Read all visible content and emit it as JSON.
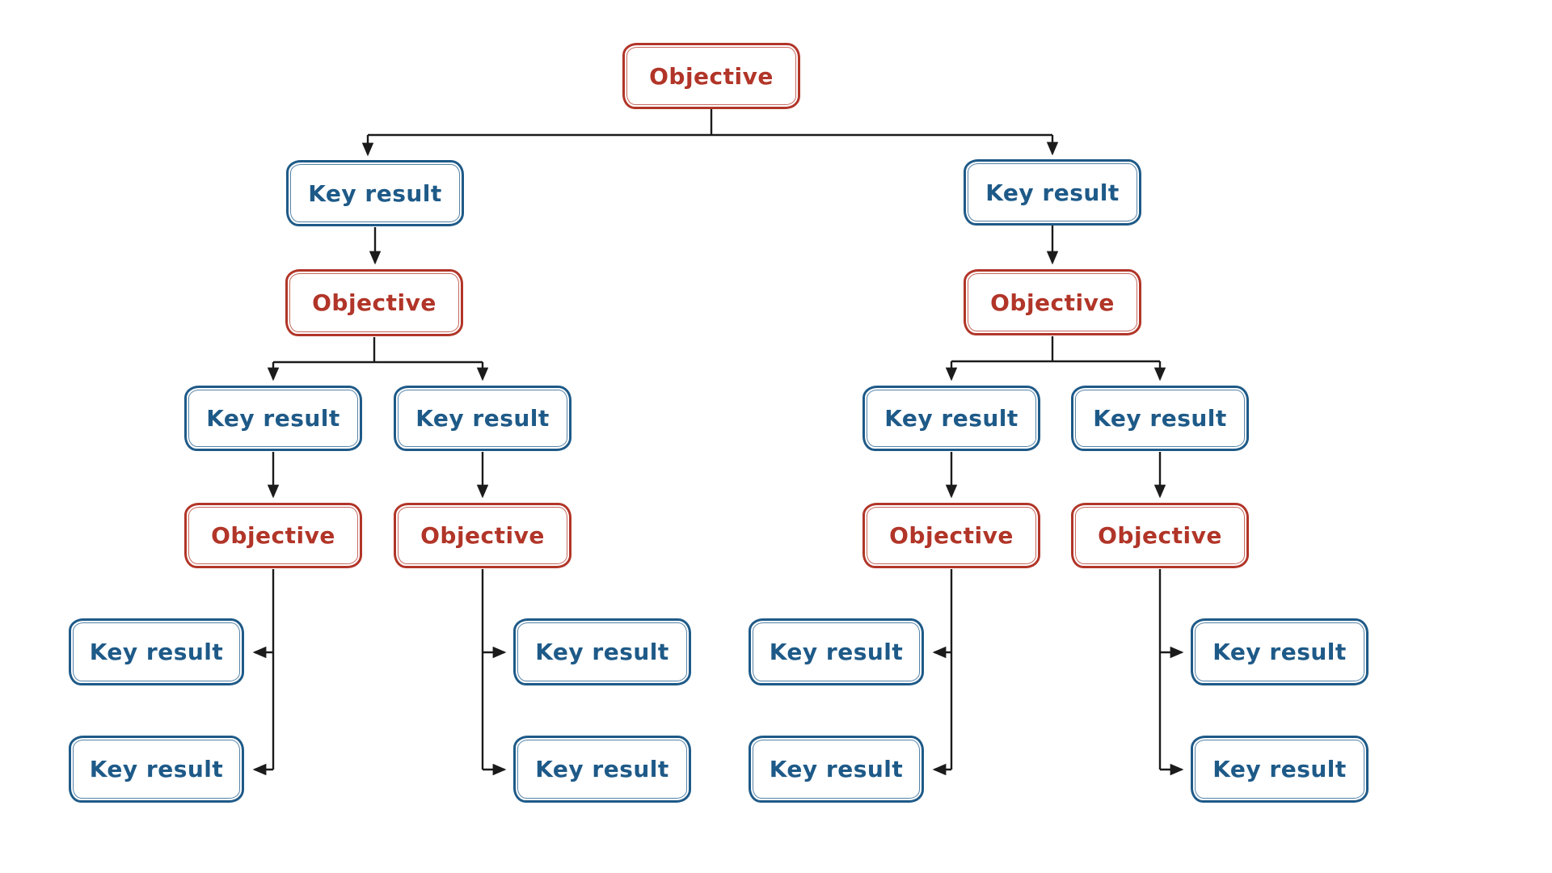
{
  "diagram": {
    "type": "okr-tree",
    "background": "#ffffff",
    "colors": {
      "objective": "#b13528",
      "key_result": "#1e5a88",
      "connector": "#1b1b1b"
    },
    "labels": {
      "objective": "Objective",
      "key_result": "Key result"
    },
    "nodes": [
      {
        "id": "objective-1",
        "type": "objective",
        "label": "Objective"
      },
      {
        "id": "key-result-1",
        "type": "key-result",
        "label": "Key result"
      },
      {
        "id": "key-result-2",
        "type": "key-result",
        "label": "Key result"
      },
      {
        "id": "objective-2",
        "type": "objective",
        "label": "Objective"
      },
      {
        "id": "objective-3",
        "type": "objective",
        "label": "Objective"
      },
      {
        "id": "key-result-3",
        "type": "key-result",
        "label": "Key result"
      },
      {
        "id": "key-result-4",
        "type": "key-result",
        "label": "Key result"
      },
      {
        "id": "key-result-5",
        "type": "key-result",
        "label": "Key result"
      },
      {
        "id": "key-result-6",
        "type": "key-result",
        "label": "Key result"
      },
      {
        "id": "objective-4",
        "type": "objective",
        "label": "Objective"
      },
      {
        "id": "objective-5",
        "type": "objective",
        "label": "Objective"
      },
      {
        "id": "objective-6",
        "type": "objective",
        "label": "Objective"
      },
      {
        "id": "objective-7",
        "type": "objective",
        "label": "Objective"
      },
      {
        "id": "key-result-7",
        "type": "key-result",
        "label": "Key result"
      },
      {
        "id": "key-result-8",
        "type": "key-result",
        "label": "Key result"
      },
      {
        "id": "key-result-9",
        "type": "key-result",
        "label": "Key result"
      },
      {
        "id": "key-result-10",
        "type": "key-result",
        "label": "Key result"
      },
      {
        "id": "key-result-11",
        "type": "key-result",
        "label": "Key result"
      },
      {
        "id": "key-result-12",
        "type": "key-result",
        "label": "Key result"
      },
      {
        "id": "key-result-13",
        "type": "key-result",
        "label": "Key result"
      },
      {
        "id": "key-result-14",
        "type": "key-result",
        "label": "Key result"
      }
    ],
    "edges": [
      {
        "from": "objective-1",
        "to": "key-result-1"
      },
      {
        "from": "objective-1",
        "to": "key-result-2"
      },
      {
        "from": "key-result-1",
        "to": "objective-2"
      },
      {
        "from": "key-result-2",
        "to": "objective-3"
      },
      {
        "from": "objective-2",
        "to": "key-result-3"
      },
      {
        "from": "objective-2",
        "to": "key-result-4"
      },
      {
        "from": "objective-3",
        "to": "key-result-5"
      },
      {
        "from": "objective-3",
        "to": "key-result-6"
      },
      {
        "from": "key-result-3",
        "to": "objective-4"
      },
      {
        "from": "key-result-4",
        "to": "objective-5"
      },
      {
        "from": "key-result-5",
        "to": "objective-6"
      },
      {
        "from": "key-result-6",
        "to": "objective-7"
      },
      {
        "from": "objective-4",
        "to": "key-result-7"
      },
      {
        "from": "objective-4",
        "to": "key-result-8"
      },
      {
        "from": "objective-5",
        "to": "key-result-9"
      },
      {
        "from": "objective-5",
        "to": "key-result-10"
      },
      {
        "from": "objective-6",
        "to": "key-result-11"
      },
      {
        "from": "objective-6",
        "to": "key-result-12"
      },
      {
        "from": "objective-7",
        "to": "key-result-13"
      },
      {
        "from": "objective-7",
        "to": "key-result-14"
      }
    ]
  }
}
